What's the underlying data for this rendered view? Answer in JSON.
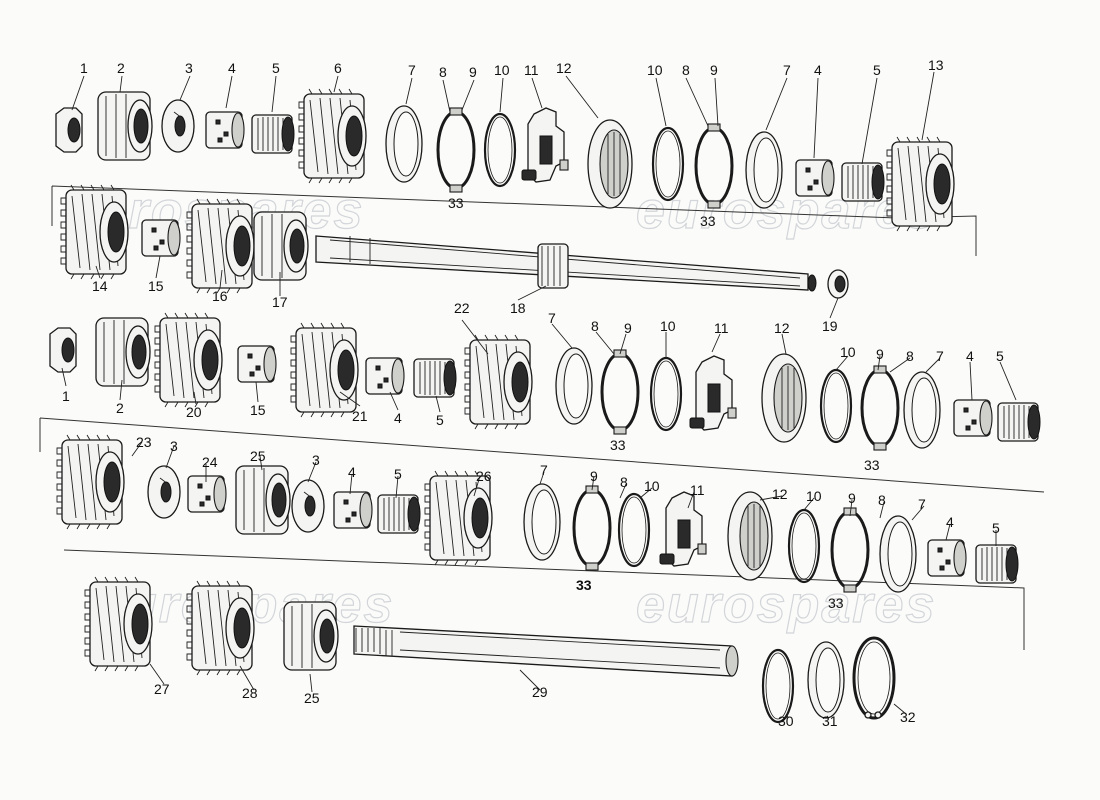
{
  "watermark": "eurospares",
  "callouts": {
    "c1a": "1",
    "c2a": "2",
    "c3a": "3",
    "c4a": "4",
    "c5a": "5",
    "c6": "6",
    "c7a": "7",
    "c8a": "8",
    "c9a": "9",
    "c10a": "10",
    "c11a": "11",
    "c12a": "12",
    "c10b": "10",
    "c8b": "8",
    "c9b": "9",
    "c7b": "7",
    "c4b": "4",
    "c5b": "5",
    "c13": "13",
    "c33a": "33",
    "c33b": "33",
    "c14": "14",
    "c15a": "15",
    "c16": "16",
    "c17": "17",
    "c18": "18",
    "c19": "19",
    "c1b": "1",
    "c2b": "2",
    "c20": "20",
    "c15b": "15",
    "c21": "21",
    "c4c": "4",
    "c5c": "5",
    "c22": "22",
    "c7c": "7",
    "c8c": "8",
    "c9c": "9",
    "c10c": "10",
    "c11b": "11",
    "c12b": "12",
    "c10d": "10",
    "c9d": "9",
    "c8d": "8",
    "c7d": "7",
    "c4d": "4",
    "c5d": "5",
    "c33c": "33",
    "c33d": "33",
    "c23": "23",
    "c3b": "3",
    "c24": "24",
    "c25a": "25",
    "c3c": "3",
    "c4e": "4",
    "c5e": "5",
    "c26": "26",
    "c7e": "7",
    "c9e": "9",
    "c8e": "8",
    "c10e": "10",
    "c11c": "11",
    "c12c": "12",
    "c10f": "10",
    "c9f": "9",
    "c8f": "8",
    "c7f": "7",
    "c4f": "4",
    "c5f": "5",
    "c33e": "33",
    "c33f": "33",
    "c27": "27",
    "c28": "28",
    "c25b": "25",
    "c29": "29",
    "c30": "30",
    "c31": "31",
    "c32": "32"
  }
}
